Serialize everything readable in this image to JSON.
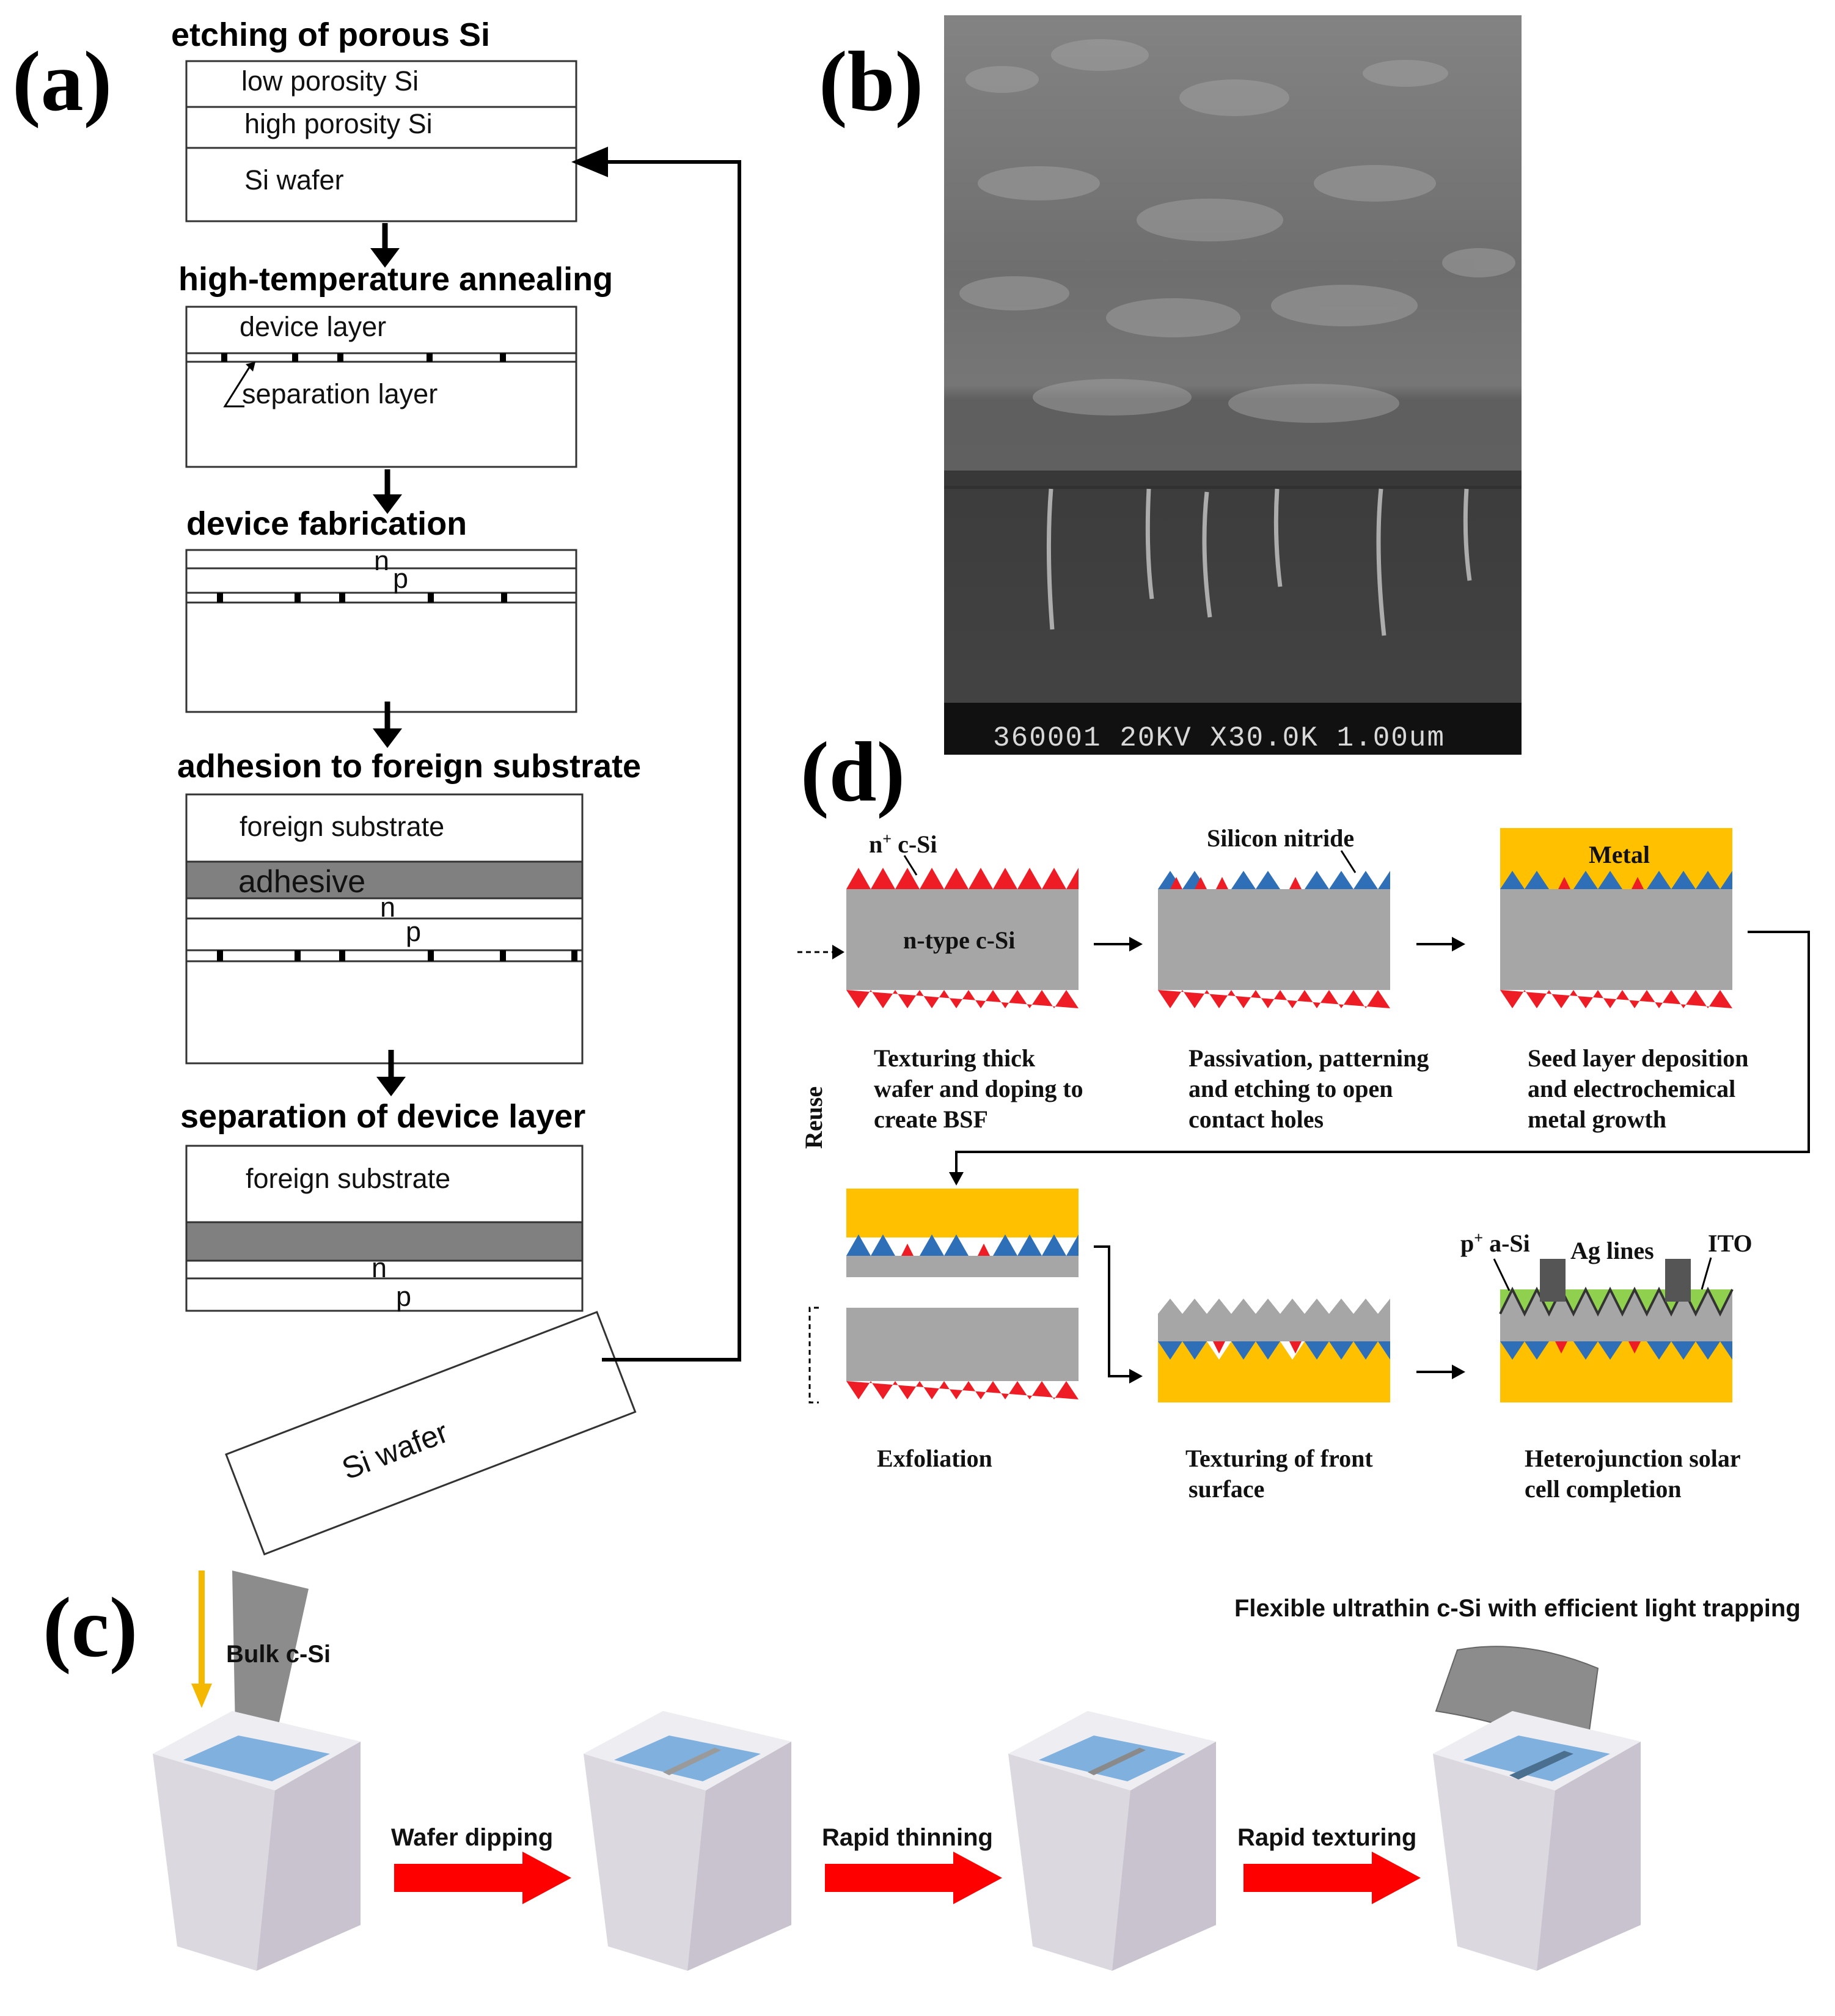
{
  "panels": {
    "a": "(a)",
    "b": "(b)",
    "c": "(c)",
    "d": "(d)"
  },
  "panel_a": {
    "step1": {
      "title": "etching of porous Si",
      "layer1": "low porosity Si",
      "layer2": "high porosity Si",
      "layer3": "Si wafer"
    },
    "step2": {
      "title": "high-temperature annealing",
      "layer1": "device layer",
      "layer2": "separation layer"
    },
    "step3": {
      "title": "device fabrication",
      "n": "n",
      "p": "p"
    },
    "step4": {
      "title": "adhesion to foreign substrate",
      "substrate": "foreign substrate",
      "adhesive": "adhesive",
      "n": "n",
      "p": "p"
    },
    "step5": {
      "title": "separation of device layer",
      "substrate": "foreign substrate",
      "n": "n",
      "p": "p"
    },
    "wafer": "Si wafer"
  },
  "panel_b": {
    "scale_text": "360001 20KV X30.0K 1.00um"
  },
  "panel_c": {
    "bulk": "Bulk c-Si",
    "result": "Flexible ultrathin c-Si with efficient light trapping",
    "step1": "Wafer dipping",
    "step2": "Rapid thinning",
    "step3": "Rapid texturing"
  },
  "panel_d": {
    "n_plus": "n",
    "n_plus_sup": "+",
    "n_plus_rest": " c-Si",
    "ntype": "n-type c-Si",
    "nitride": "Silicon nitride",
    "metal": "Metal",
    "reuse": "Reuse",
    "p_plus": "p",
    "p_plus_sup": "+",
    "p_plus_rest": " a-Si",
    "ag": "Ag lines",
    "ito": "ITO",
    "cap1": [
      "Texturing thick",
      "wafer and doping to",
      "create BSF"
    ],
    "cap2": [
      "Passivation, patterning",
      "and etching to open",
      "contact holes"
    ],
    "cap3": [
      "Seed layer deposition",
      "and electrochemical",
      "metal growth"
    ],
    "cap4": [
      "Exfoliation"
    ],
    "cap5": [
      "Texturing of front",
      "surface"
    ],
    "cap6": [
      "Heterojunction solar",
      "cell completion"
    ]
  },
  "colors": {
    "gray": "#a6a6a6",
    "red": "#ee1c24",
    "blue": "#2e6fb7",
    "gold": "#ffc000",
    "green": "#8fd14f",
    "arrow": "#ff0000",
    "yellow_arrow": "#f5b800"
  }
}
